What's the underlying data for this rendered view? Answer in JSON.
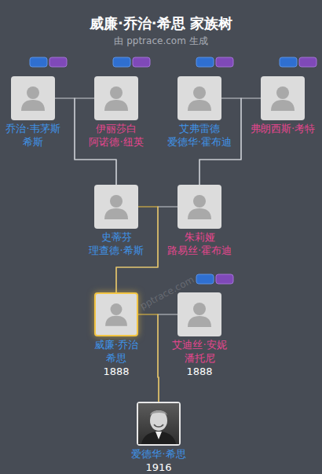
{
  "diagram": {
    "title": "威廉·乔治·希思 家族树",
    "caption": "由 pptrace.com 生成",
    "nodes": [
      {
        "text": [
          "乔治·韦茅斯 希斯"
        ]
      },
      {
        "text": [
          "伊丽莎白 阿诺德·纽英"
        ]
      },
      {
        "text": [
          "艾弗雷德 爱德华·霍布迪"
        ]
      },
      {
        "text": [
          "弗朗西斯·考特"
        ]
      },
      {
        "text": [
          "史蒂芬 理查德·希斯"
        ]
      },
      {
        "text": [
          "朱莉娅 路易丝·霍布迪"
        ]
      },
      {
        "text": [
          "威廉·乔治 希思",
          "1888"
        ]
      },
      {
        "text": [
          "艾迪丝·安妮 潘托尼",
          "1888"
        ]
      },
      {
        "text": [
          "爱德华·希思",
          "1916"
        ]
      }
    ],
    "edges": [
      {
        "from": 0,
        "to": 4,
        "arrow": "none"
      },
      {
        "from": 1,
        "to": 4,
        "arrow": "none"
      },
      {
        "from": 2,
        "to": 5,
        "arrow": "none"
      },
      {
        "from": 3,
        "to": 5,
        "arrow": "none"
      },
      {
        "from": 5,
        "to": 6,
        "arrow": "none"
      },
      {
        "from": 4,
        "to": 6,
        "arrow": "none"
      },
      {
        "from": 7,
        "to": 8,
        "arrow": "none"
      },
      {
        "from": 6,
        "to": 8,
        "arrow": "none"
      }
    ],
    "labels": [
      "pptrace.com"
    ]
  }
}
